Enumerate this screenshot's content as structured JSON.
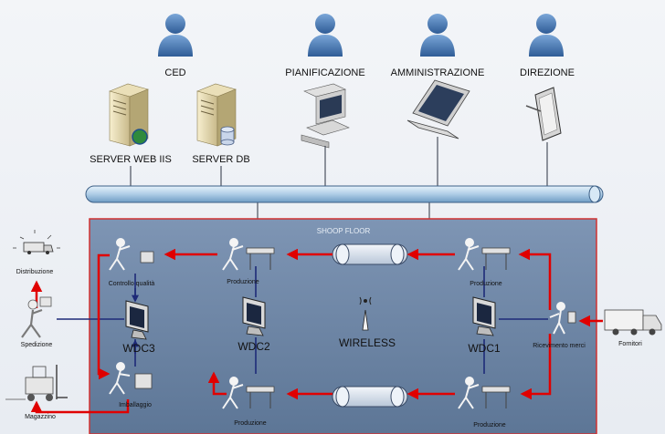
{
  "roles": {
    "ced": "CED",
    "pianificazione": "PIANIFICAZIONE",
    "amministrazione": "AMMINISTRAZIONE",
    "direzione": "DIREZIONE"
  },
  "servers": {
    "web": "SERVER WEB IIS",
    "db": "SERVER DB"
  },
  "shop_floor": {
    "title": "SHOOP FLOOR",
    "wireless": "WIRELESS",
    "wdc1": "WDC1",
    "wdc2": "WDC2",
    "wdc3": "WDC3",
    "controllo_qualita": "Controllo qualità",
    "produzione_top_mid": "Produzione",
    "produzione_top_right": "Produzione",
    "produzione_bottom_mid": "Produzione",
    "produzione_bottom_right": "Produzione",
    "imballaggio": "Imballaggio",
    "ricevimento_merci": "Ricevimento merci"
  },
  "outside": {
    "distribuzione": "Distribuzione",
    "spedizione": "Spedizione",
    "magazzino": "Magazzino",
    "fornitori": "Fornitori"
  },
  "colors": {
    "flow_arrow": "#e00000",
    "data_link": "#1e2a78",
    "panel_fill": "#6f87a8",
    "panel_border": "#d03030",
    "bus": "#aecde6",
    "person": "#4a78b0"
  }
}
